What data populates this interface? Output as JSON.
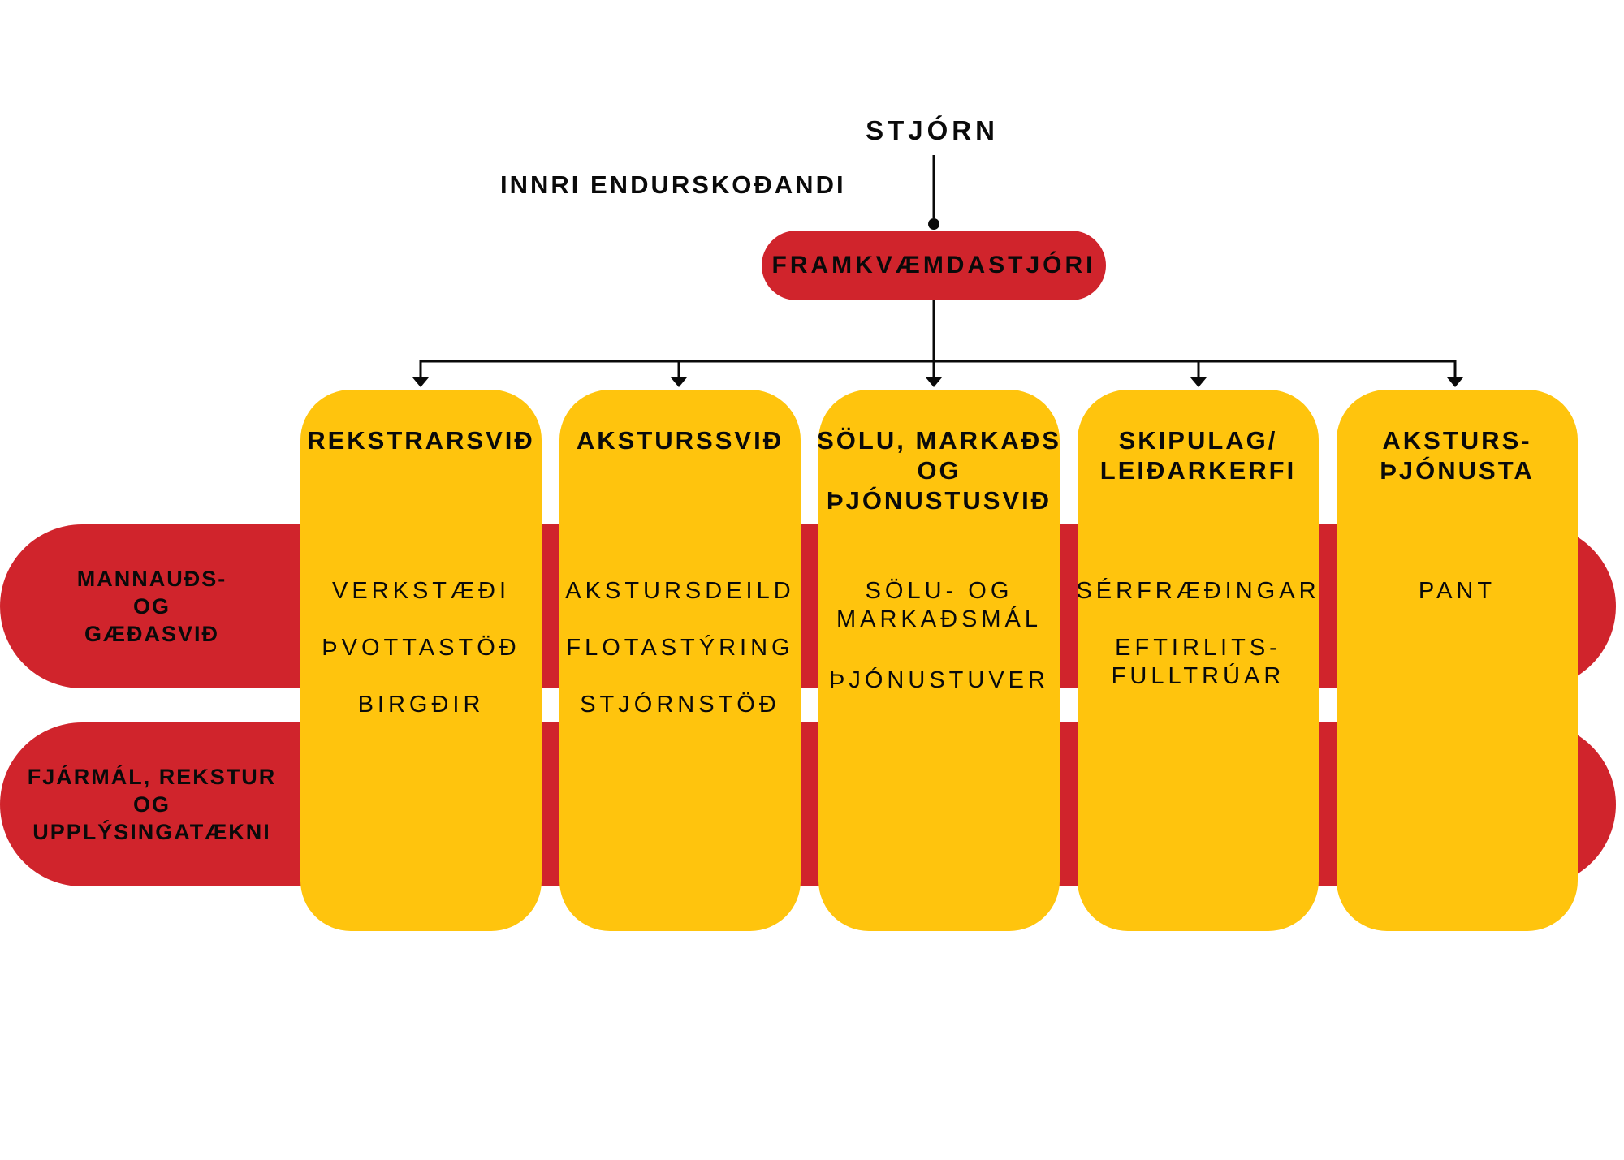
{
  "labels": {
    "stjorn": "STJÓRN",
    "innri_endurskodandi": "INNRI ENDURSKOÐANDI"
  },
  "ceo": {
    "label": "FRAMKVÆMDASTJÓRI"
  },
  "bands": [
    {
      "lines": [
        "MANNAUÐS-",
        "OG",
        "GÆÐASVIÐ"
      ]
    },
    {
      "lines": [
        "FJÁRMÁL, REKSTUR",
        "OG",
        "UPPLÝSINGATÆKNI"
      ]
    }
  ],
  "columns": [
    {
      "title_lines": [
        "REKSTRARSVIÐ"
      ],
      "items": [
        {
          "lines": [
            "VERKSTÆÐI"
          ]
        },
        {
          "lines": [
            "ÞVOTTASTÖÐ"
          ]
        },
        {
          "lines": [
            "BIRGÐIR"
          ]
        }
      ]
    },
    {
      "title_lines": [
        "AKSTURSSVIÐ"
      ],
      "items": [
        {
          "lines": [
            "AKSTURSDEILD"
          ]
        },
        {
          "lines": [
            "FLOTASTÝRING"
          ]
        },
        {
          "lines": [
            "STJÓRNSTÖÐ"
          ]
        }
      ]
    },
    {
      "title_lines": [
        "SÖLU, MARKAÐS",
        "OG",
        "ÞJÓNUSTUSVIÐ"
      ],
      "items": [
        {
          "lines": [
            "SÖLU- OG",
            "MARKAÐSMÁL"
          ]
        },
        {
          "lines": [
            "ÞJÓNUSTUVER"
          ]
        }
      ]
    },
    {
      "title_lines": [
        "SKIPULAG/",
        "LEIÐARKERFI"
      ],
      "items": [
        {
          "lines": [
            "SÉRFRÆÐINGAR"
          ]
        },
        {
          "lines": [
            "EFTIRLITS-",
            "FULLTRÚAR"
          ]
        }
      ]
    },
    {
      "title_lines": [
        "AKSTURS-",
        "ÞJÓNUSTA"
      ],
      "items": [
        {
          "lines": [
            "PANT"
          ]
        }
      ]
    }
  ],
  "colors": {
    "red": "#D0242C",
    "yellow": "#FFC40D",
    "line": "#0A0A0A",
    "text": "#0A0A0A",
    "background": "#FFFFFF"
  }
}
